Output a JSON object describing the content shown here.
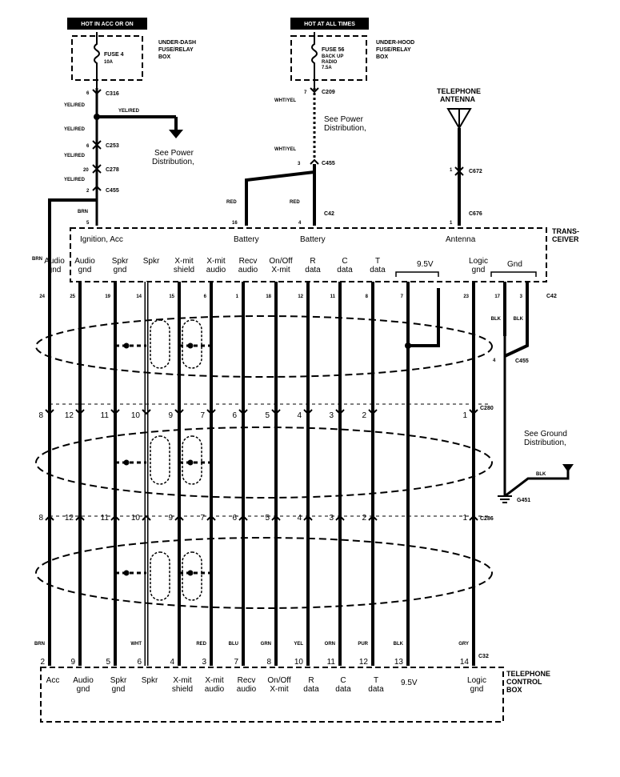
{
  "top": {
    "hot_acc_on": "HOT IN ACC OR ON",
    "hot_all_times": "HOT AT ALL TIMES",
    "fuse4": "FUSE 4",
    "fuse4_amp": "10A",
    "fuse56": "FUSE 56",
    "fuse56_desc1": "BACK UP",
    "fuse56_desc2": "RADIO",
    "fuse56_amp": "7.5A",
    "underdash_l1": "UNDER-DASH",
    "underdash_l2": "FUSE/RELAY",
    "underdash_l3": "BOX",
    "underhood_l1": "UNDER-HOOD",
    "underhood_l2": "FUSE/RELAY",
    "underhood_l3": "BOX",
    "antenna_l1": "TELEPHONE",
    "antenna_l2": "ANTENNA"
  },
  "connectors": {
    "c316": "C316",
    "c253": "C253",
    "c278": "C278",
    "c455": "C455",
    "c209": "C209",
    "c455b": "C455",
    "c42": "C42",
    "c672": "C672",
    "c676": "C676",
    "c42r": "C42",
    "c455r": "C455",
    "c280": "C280",
    "c286": "C286",
    "g451": "G451",
    "c32": "C32"
  },
  "pins": {
    "p6": "6",
    "p6b": "6",
    "p20": "20",
    "p2": "2",
    "p5": "5",
    "p7": "7",
    "p3": "3",
    "p16": "16",
    "p4": "4",
    "p1a": "1",
    "p1b": "1",
    "p4r": "4"
  },
  "wires": {
    "yelred": "YEL/RED",
    "brn": "BRN",
    "whtyel": "WHT/YEL",
    "red": "RED",
    "blk": "BLK",
    "wht": "WHT",
    "blu": "BLU",
    "grn": "GRN",
    "yel": "YEL",
    "orn": "ORN",
    "pur": "PUR",
    "gry": "GRY"
  },
  "notes": {
    "see_power_1": "See Power",
    "see_power_2": "Distribution,",
    "see_ground_1": "See Ground",
    "see_ground_2": "Distribution,"
  },
  "transceiver": {
    "title_l1": "TRANS-",
    "title_l2": "CEIVER",
    "ign": "Ignition, Acc",
    "battery1": "Battery",
    "battery2": "Battery",
    "antenna": "Antenna",
    "v95": "9.5V",
    "gnd": "Gnd"
  },
  "control_box": {
    "title_l1": "TELEPHONE",
    "title_l2": "CONTROL",
    "title_l3": "BOX",
    "v95": "9.5V"
  },
  "circuits": [
    {
      "t1": "Audio",
      "t2": "gnd",
      "top": "24",
      "c280": "8",
      "c286": "8",
      "bot_pin": "2",
      "color": "BRN",
      "b1": "Acc",
      "b2": ""
    },
    {
      "t1": "Audio",
      "t2": "gnd",
      "top": "25",
      "c280": "12",
      "c286": "12",
      "bot_pin": "9",
      "color": "",
      "b1": "Audio",
      "b2": "gnd"
    },
    {
      "t1": "Spkr",
      "t2": "gnd",
      "top": "19",
      "c280": "11",
      "c286": "11",
      "bot_pin": "5",
      "color": "",
      "b1": "Spkr",
      "b2": "gnd"
    },
    {
      "t1": "Spkr",
      "t2": "",
      "top": "14",
      "c280": "10",
      "c286": "10",
      "bot_pin": "6",
      "color": "WHT",
      "b1": "Spkr",
      "b2": ""
    },
    {
      "t1": "X-mit",
      "t2": "shield",
      "top": "15",
      "c280": "9",
      "c286": "9",
      "bot_pin": "4",
      "color": "",
      "b1": "X-mit",
      "b2": "shield"
    },
    {
      "t1": "X-mit",
      "t2": "audio",
      "top": "6",
      "c280": "7",
      "c286": "7",
      "bot_pin": "3",
      "color": "RED",
      "b1": "X-mit",
      "b2": "audio"
    },
    {
      "t1": "Recv",
      "t2": "audio",
      "top": "1",
      "c280": "6",
      "c286": "6",
      "bot_pin": "7",
      "color": "BLU",
      "b1": "Recv",
      "b2": "audio"
    },
    {
      "t1": "On/Off",
      "t2": "X-mit",
      "top": "18",
      "c280": "5",
      "c286": "5",
      "bot_pin": "8",
      "color": "GRN",
      "b1": "On/Off",
      "b2": "X-mit"
    },
    {
      "t1": "R",
      "t2": "data",
      "top": "12",
      "c280": "4",
      "c286": "4",
      "bot_pin": "10",
      "color": "YEL",
      "b1": "R",
      "b2": "data"
    },
    {
      "t1": "C",
      "t2": "data",
      "top": "11",
      "c280": "3",
      "c286": "3",
      "bot_pin": "11",
      "color": "ORN",
      "b1": "C",
      "b2": "data"
    },
    {
      "t1": "T",
      "t2": "data",
      "top": "8",
      "c280": "2",
      "c286": "2",
      "bot_pin": "12",
      "color": "PUR",
      "b1": "T",
      "b2": "data"
    },
    {
      "t1": "",
      "t2": "",
      "top": "7",
      "c280": "",
      "c286": "",
      "bot_pin": "13",
      "color": "BLK",
      "b1": "",
      "b2": ""
    },
    {
      "t1": "Logic",
      "t2": "gnd",
      "top": "23",
      "c280": "1",
      "c286": "1",
      "bot_pin": "14",
      "color": "GRY",
      "b1": "Logic",
      "b2": "gnd"
    },
    {
      "t1": "",
      "t2": "",
      "top": "17",
      "c280": "",
      "c286": "",
      "bot_pin": "",
      "color": "BLK",
      "b1": "",
      "b2": ""
    },
    {
      "t1": "",
      "t2": "",
      "top": "3",
      "c280": "",
      "c286": "",
      "bot_pin": "",
      "color": "BLK",
      "b1": "",
      "b2": ""
    }
  ]
}
